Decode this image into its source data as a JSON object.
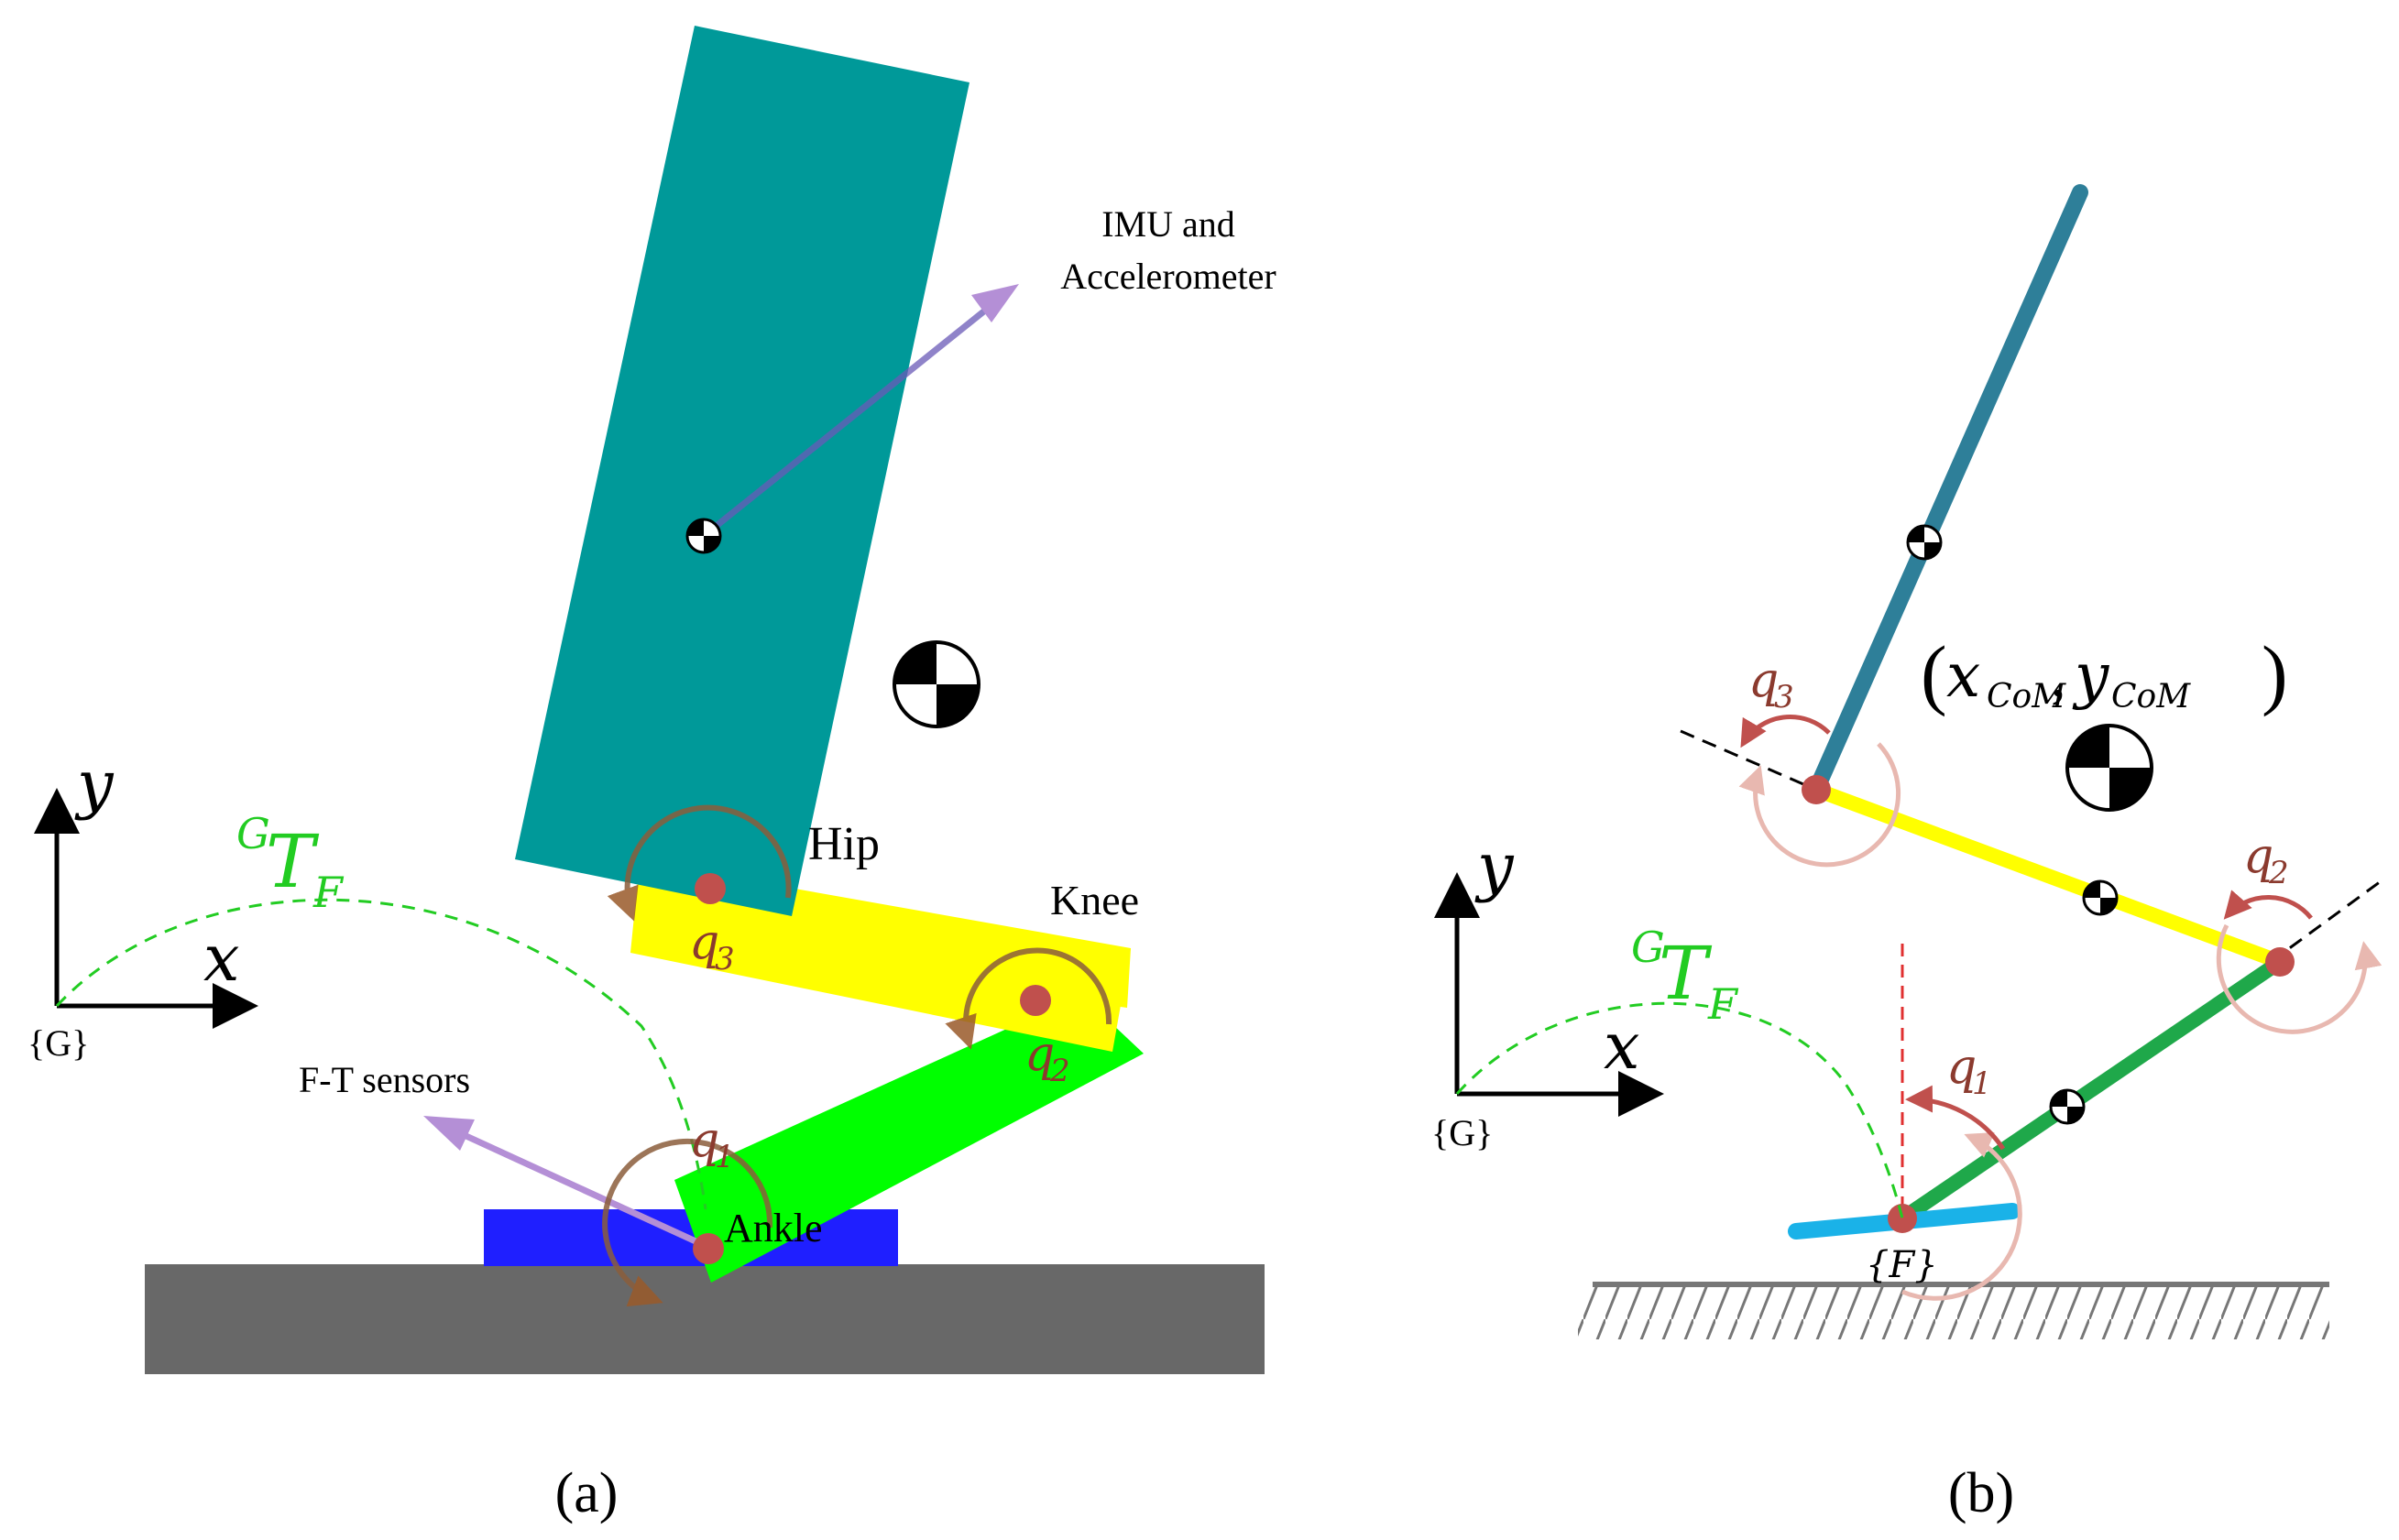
{
  "panel_a": {
    "caption": "(a)",
    "labels": {
      "imu_line1": "IMU and",
      "imu_line2": "Accelerometer",
      "hip": "Hip",
      "knee": "Knee",
      "ankle": "Ankle",
      "ft_sensors": "F-T sensors"
    },
    "axes": {
      "y": "y",
      "x": "x",
      "frame": "{G}"
    },
    "transform": {
      "sup": "G",
      "main": "T",
      "sub": "F"
    },
    "joints": {
      "q1": "q",
      "q1_sub": "1",
      "q2": "q",
      "q2_sub": "2",
      "q3": "q",
      "q3_sub": "3"
    }
  },
  "panel_b": {
    "caption": "(b)",
    "com_label": {
      "open": "(",
      "x": "x",
      "x_sub": "CoM",
      "comma": ",",
      "y": "y",
      "y_sub": "CoM",
      "close": ")"
    },
    "axes": {
      "y": "y",
      "x": "x",
      "frame": "{G}"
    },
    "transform": {
      "sup": "G",
      "main": "T",
      "sub": "F"
    },
    "foot_frame": "{F}",
    "joints": {
      "q1": "q",
      "q1_sub": "1",
      "q2": "q",
      "q2_sub": "2",
      "q3": "q",
      "q3_sub": "3"
    }
  },
  "colors": {
    "torso": "#009999",
    "thigh": "#ffff00",
    "shank": "#00ff00",
    "foot": "#1f1fff",
    "ground": "#686868",
    "joint": "#c0504d",
    "transform": "#22cc22",
    "annotation_arrow": "#b48fd6",
    "torso_link_b": "#2e7f99",
    "shank_link_b": "#1fa84a",
    "foot_link_b": "#1ab2e8",
    "q_label": "#8b3a2e"
  },
  "icons": [
    "com-marker-icon",
    "joint-rotation-arrow-icon",
    "ground-hatch-icon"
  ]
}
